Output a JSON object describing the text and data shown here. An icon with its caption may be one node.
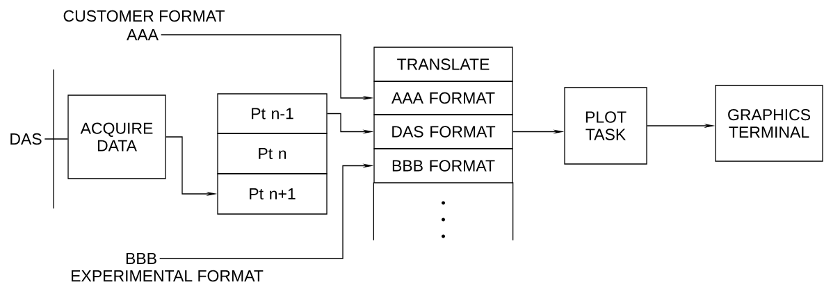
{
  "diagram": {
    "nodes": [
      {
        "text": [
          "DAS"
        ]
      },
      {
        "text": [
          "ACQUIRE DATA"
        ]
      },
      {
        "text": [
          "Pt n-1"
        ]
      },
      {
        "text": [
          "Pt n"
        ]
      },
      {
        "text": [
          "Pt n+1"
        ]
      },
      {
        "text": [
          "TRANSLATE"
        ]
      },
      {
        "text": [
          "AAA FORMAT"
        ]
      },
      {
        "text": [
          "DAS FORMAT"
        ]
      },
      {
        "text": [
          "BBB FORMAT"
        ]
      },
      {
        "text": [],
        "shape": "box"
      },
      {
        "text": [
          "PLOT TASK"
        ]
      },
      {
        "text": [
          "GRAPHICS TERMINAL"
        ]
      },
      {
        "text": [
          "CUSTOMER FORMAT",
          "AAA"
        ]
      },
      {
        "text": [
          "BBB",
          "EXPERIMENTAL FORMAT"
        ]
      }
    ],
    "edges": [
      {
        "from": 0,
        "to": 1,
        "arrow": "none"
      },
      {
        "from": 1,
        "to": 4,
        "arrow": "to"
      },
      {
        "from": 12,
        "to": 6,
        "arrow": "to"
      },
      {
        "from": 2,
        "to": 7,
        "arrow": "to"
      },
      {
        "from": 13,
        "to": 8,
        "arrow": "to"
      },
      {
        "from": 7,
        "to": 10,
        "arrow": "to"
      },
      {
        "from": 10,
        "to": 11,
        "arrow": "to"
      }
    ]
  }
}
